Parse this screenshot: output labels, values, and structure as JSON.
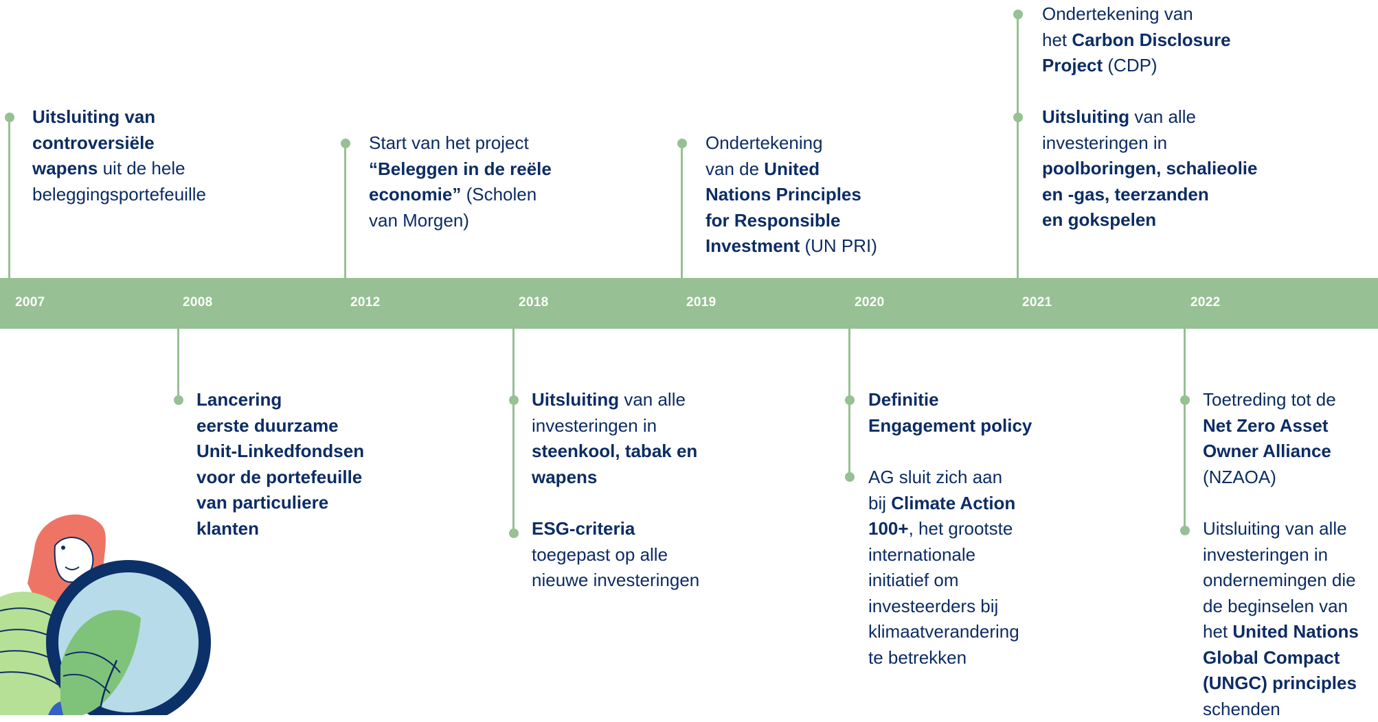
{
  "colors": {
    "timeline_green": "#97c094",
    "text_navy": "#0c2c64",
    "year_text": "#ffffff"
  },
  "years": [
    "2007",
    "2008",
    "2012",
    "2018",
    "2019",
    "2020",
    "2021",
    "2022"
  ],
  "events": {
    "e2007": [
      "Uitsluiting van",
      "controversiële",
      "wapens",
      " uit de hele",
      "beleggingsportefeuille"
    ],
    "e2008": [
      "Lancering",
      "eerste duurzame",
      "Unit-Linkedfondsen",
      "voor de portefeuille",
      "van particuliere",
      "klanten"
    ],
    "e2012": [
      "Start van het project",
      "“Beleggen in de reële",
      "economie”",
      " (Scholen",
      "van Morgen)"
    ],
    "e2018a": [
      "Uitsluiting",
      " van alle",
      "investeringen in",
      "steenkool, tabak en",
      "wapens"
    ],
    "e2018b": [
      "ESG-criteria",
      "toegepast op alle",
      "nieuwe investeringen"
    ],
    "e2019": [
      "Ondertekening",
      "van de ",
      "United",
      "Nations Principles",
      "for Responsible",
      "Investment",
      " (UN PRI)"
    ],
    "e2020a": [
      "Definitie",
      "Engagement policy"
    ],
    "e2020b": [
      "AG sluit zich aan",
      "bij ",
      "Climate Action",
      "100+",
      ", het grootste",
      "internationale",
      "initiatief om",
      "investeerders bij",
      "klimaatverandering",
      "te betrekken"
    ],
    "e2021a": [
      "Ondertekening van",
      "het ",
      "Carbon Disclosure",
      "Project",
      " (CDP)"
    ],
    "e2021b": [
      "Uitsluiting",
      " van alle",
      "investeringen in",
      "poolboringen, schalieolie",
      "en -gas, teerzanden",
      "en gokspelen"
    ],
    "e2022a": [
      "Toetreding tot de",
      "Net Zero Asset",
      "Owner Alliance",
      "(NZAOA)"
    ],
    "e2022b": [
      "Uitsluiting van alle",
      "investeringen in",
      "ondernemingen die",
      "de beginselen van",
      "het ",
      "United Nations",
      "Global Compact",
      "(UNGC) principles",
      "schenden"
    ]
  },
  "illustration": "woman-with-magnifying-glass-and-leaf"
}
